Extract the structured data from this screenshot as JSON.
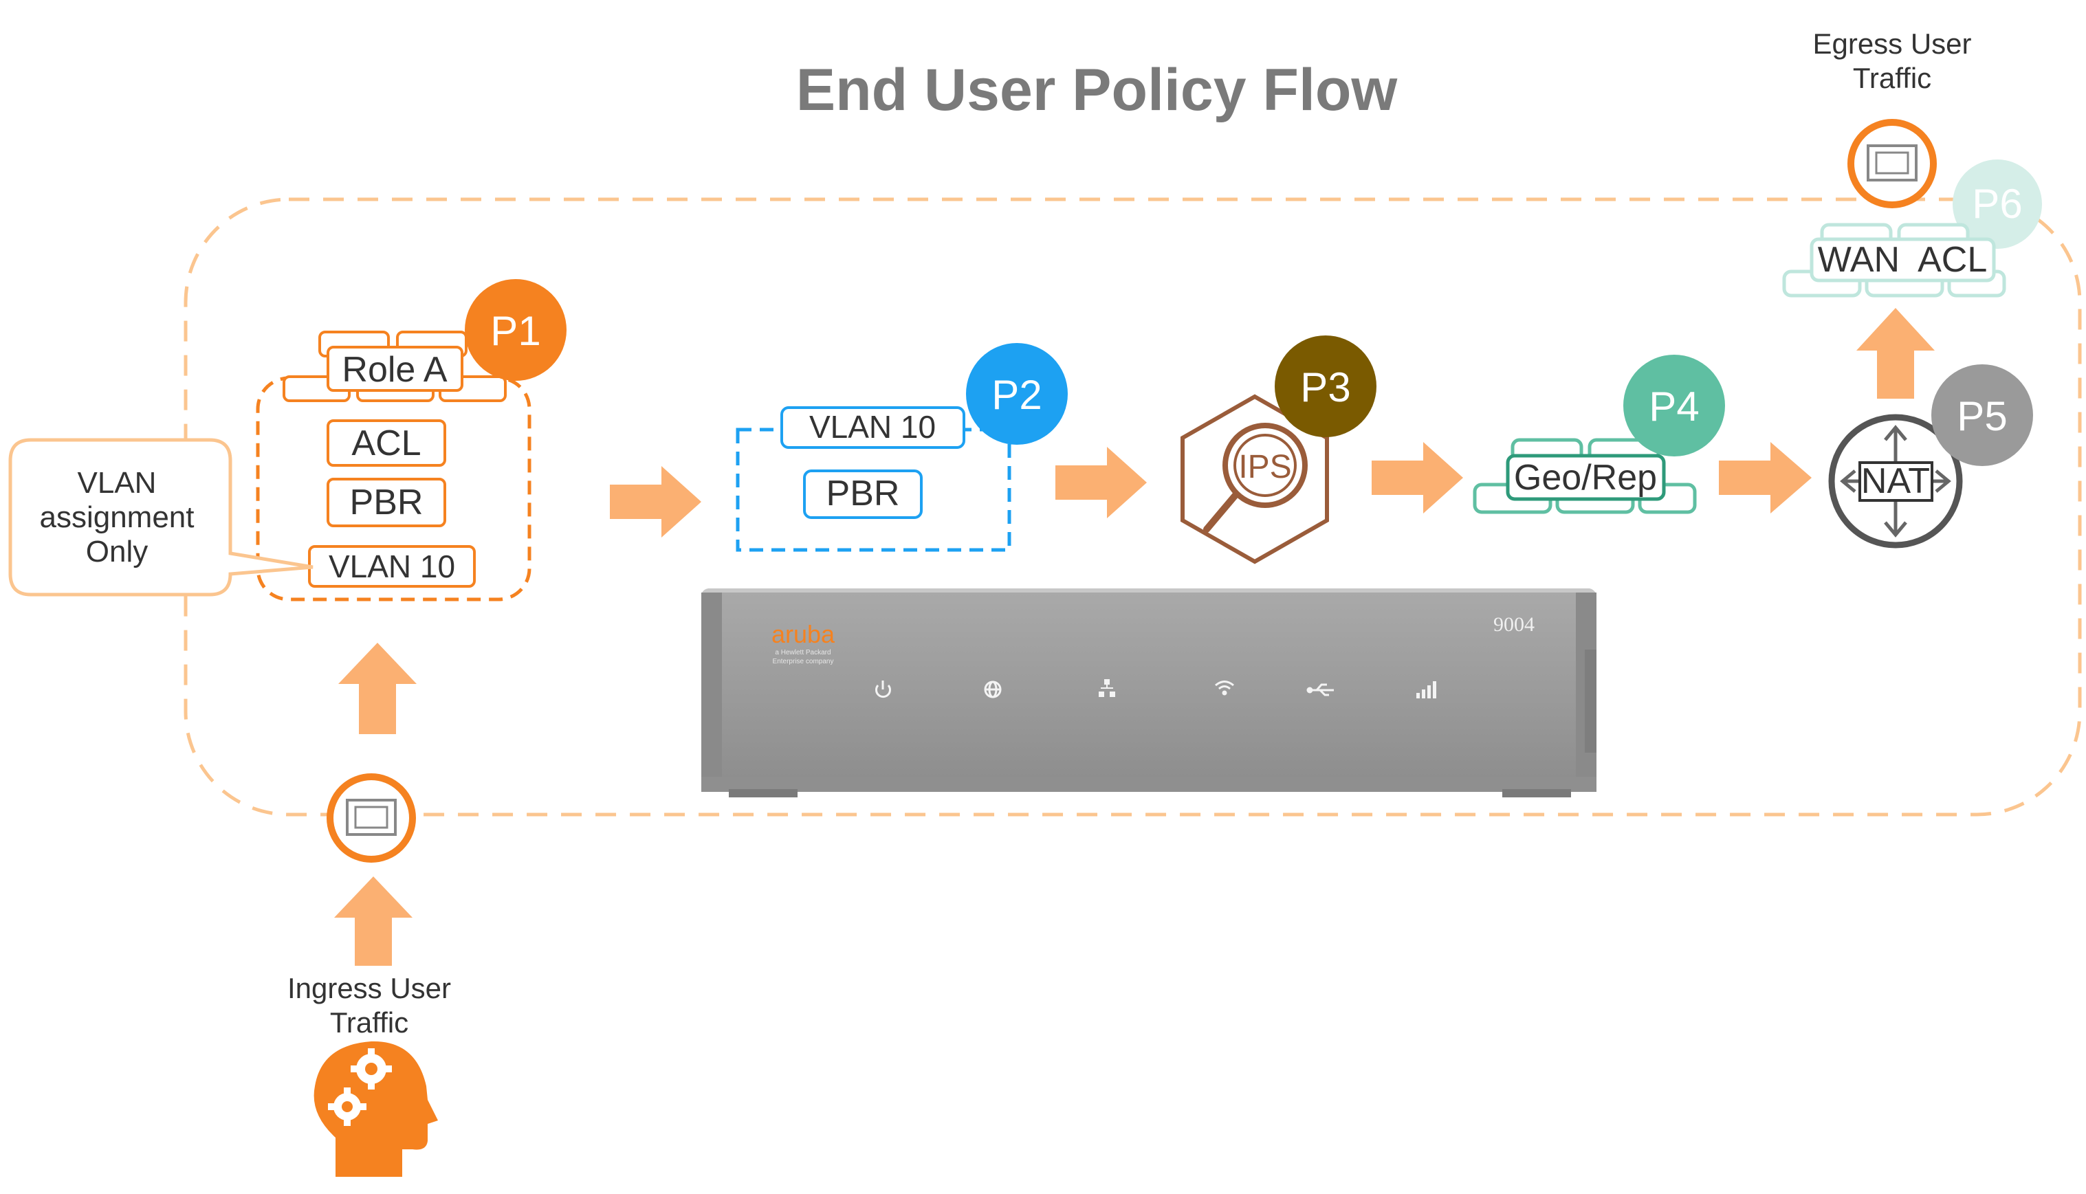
{
  "title": "End User Policy Flow",
  "egress_label": [
    "Egress User",
    "Traffic"
  ],
  "ingress_label": [
    "Ingress User",
    "Traffic"
  ],
  "callout": [
    "VLAN",
    "assignment",
    "Only"
  ],
  "stages": {
    "p1": {
      "badge": "P1",
      "role": "Role A",
      "acl": "ACL",
      "pbr": "PBR",
      "vlan": "VLAN 10"
    },
    "p2": {
      "badge": "P2",
      "vlan": "VLAN 10",
      "pbr": "PBR"
    },
    "p3": {
      "badge": "P3",
      "label": "IPS"
    },
    "p4": {
      "badge": "P4",
      "label": "Geo/Rep"
    },
    "p5": {
      "badge": "P5",
      "label": "NAT"
    },
    "p6": {
      "badge": "P6",
      "label": "WAN  ACL"
    }
  },
  "device": {
    "brand": "aruba",
    "tagline": [
      "a Hewlett Packard",
      "Enterprise company"
    ],
    "model": "9004"
  },
  "colors": {
    "orange": "#F58220",
    "light_orange": "#FBB072",
    "blue": "#1DA1F2",
    "brown": "#7A5A00",
    "teal": "#5FBFA2",
    "gray": "#9A9A9A",
    "mint": "#BFE6DD",
    "dark_text": "#333333",
    "title_gray": "#7A7A7A"
  },
  "icons": [
    "ethernet-port-icon",
    "user-gears-icon",
    "ips-magnifier-icon",
    "nat-router-icon",
    "firewall-brick-icon"
  ]
}
